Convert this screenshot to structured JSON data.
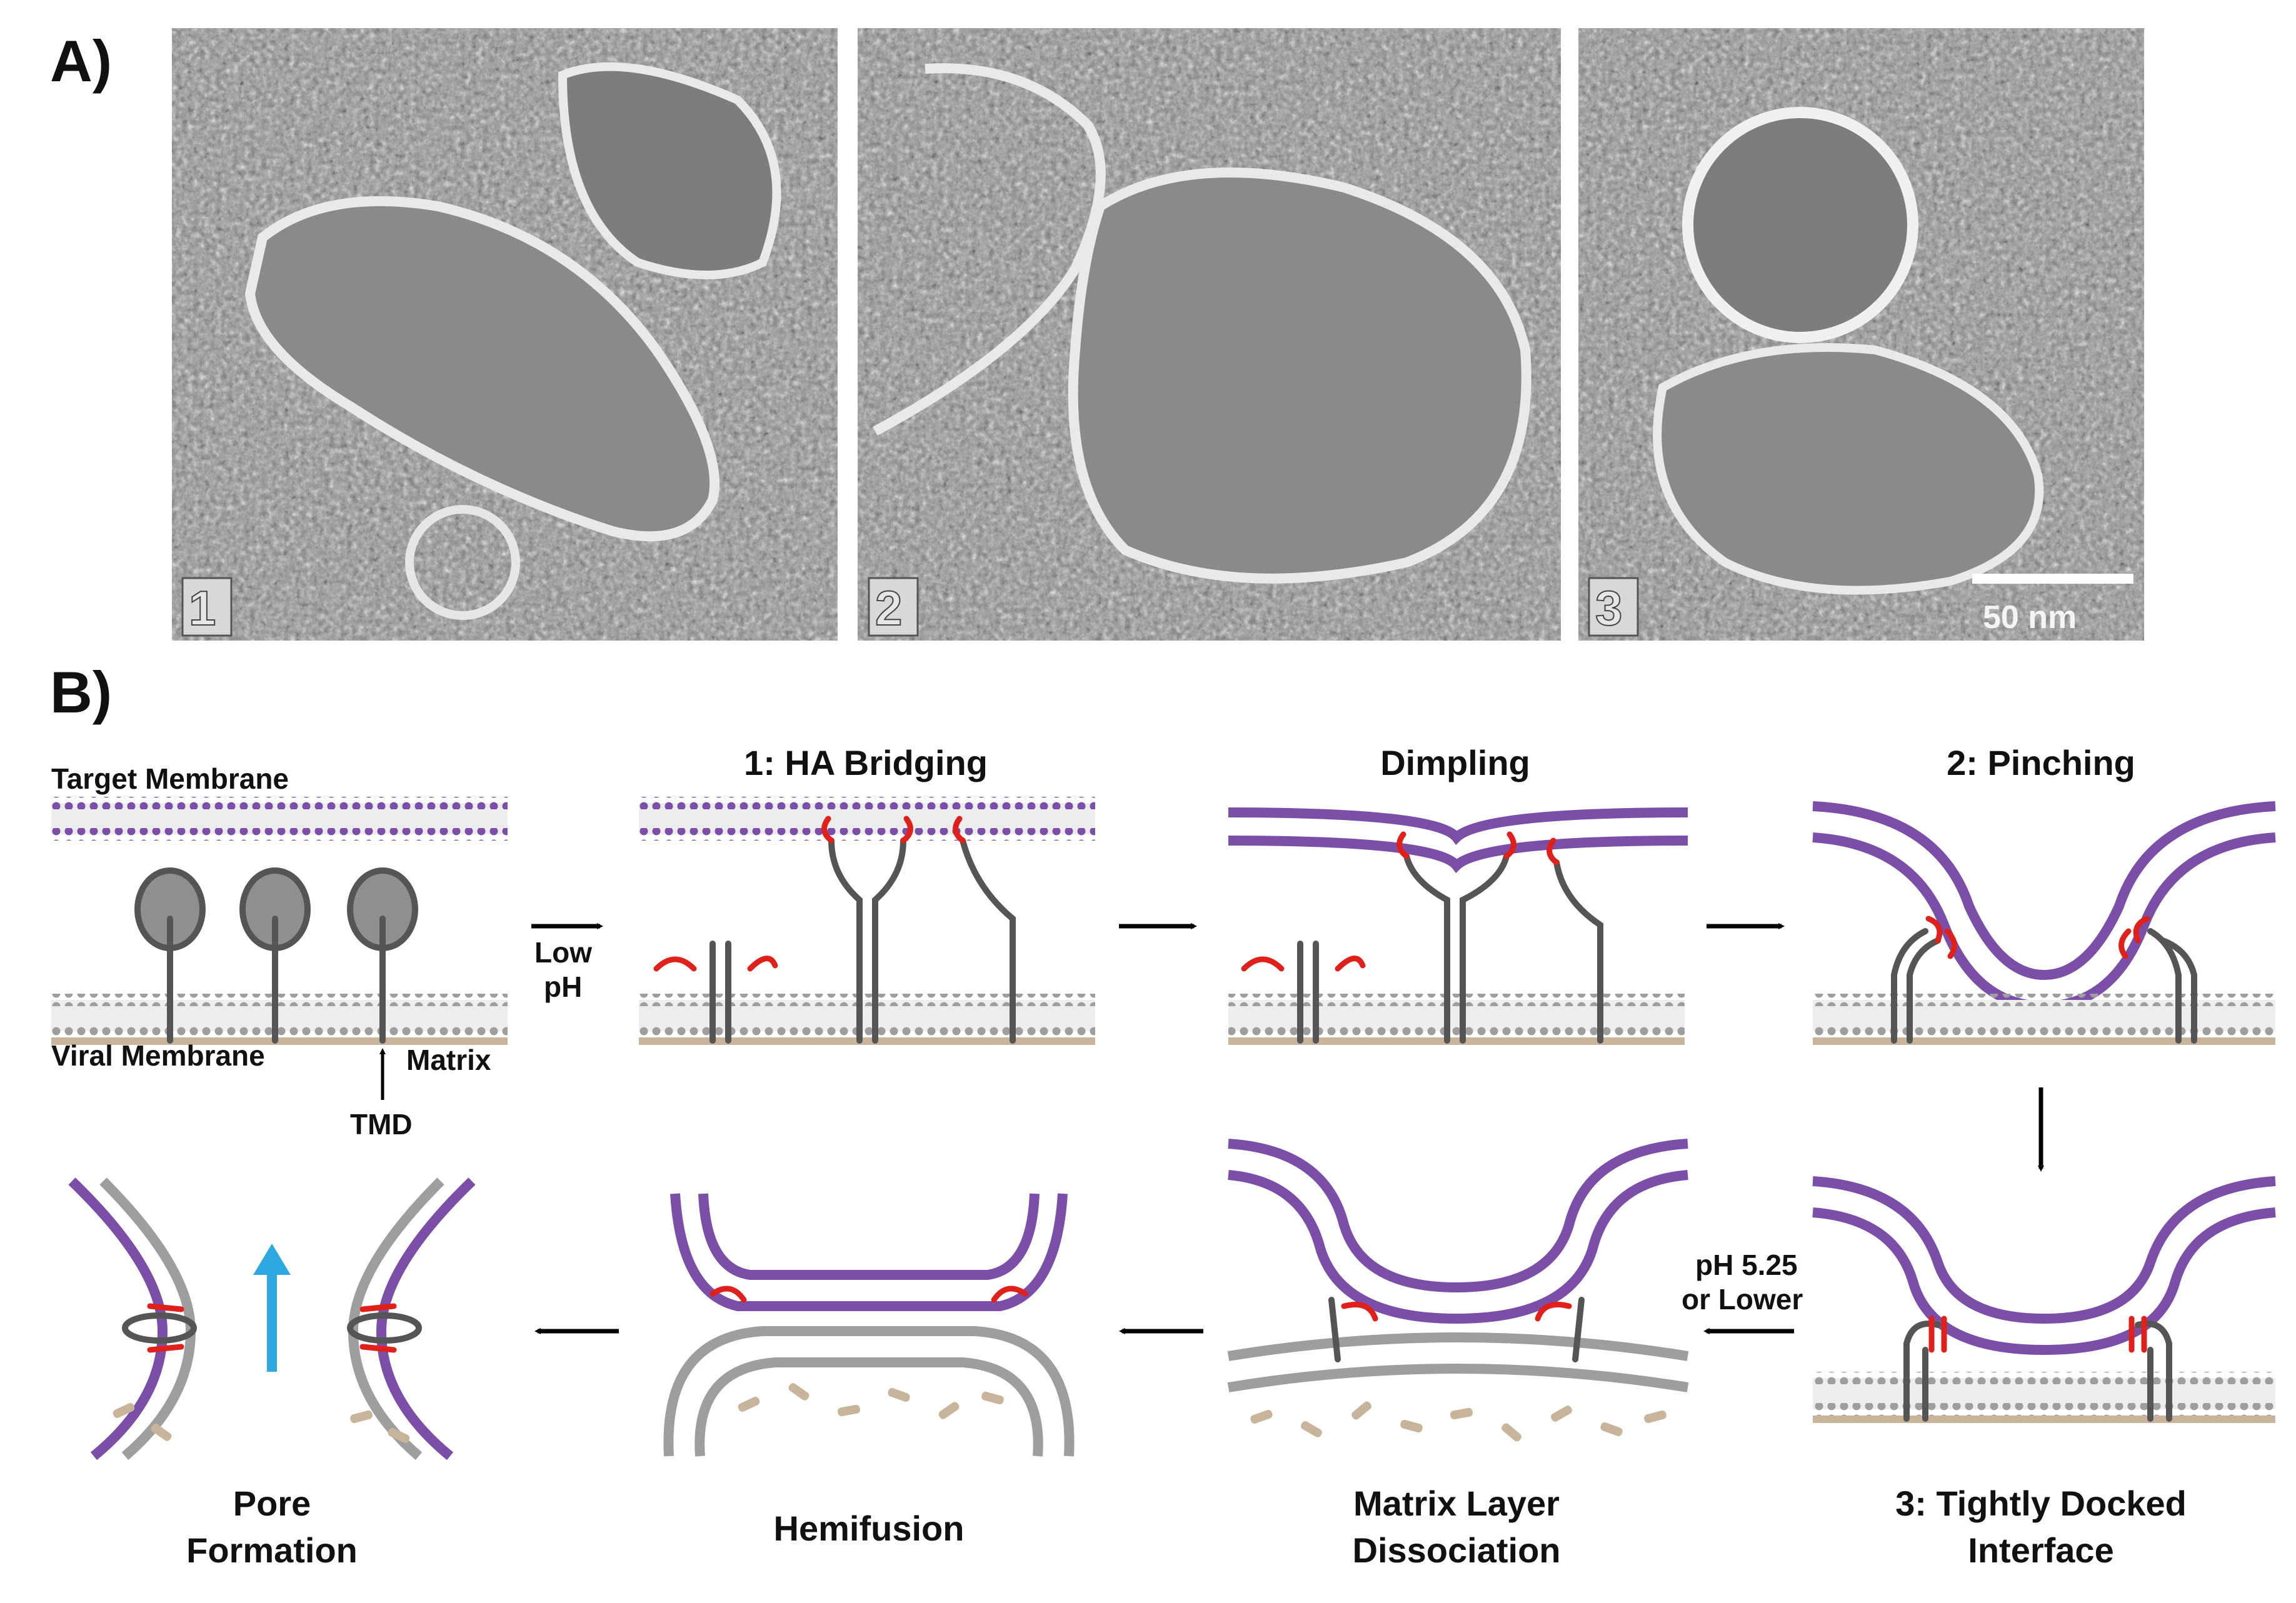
{
  "panel_a": {
    "label": "A)",
    "micrographs": [
      {
        "number": "1"
      },
      {
        "number": "2"
      },
      {
        "number": "3",
        "scale_bar": "50 nm"
      }
    ]
  },
  "panel_b": {
    "label": "B)",
    "legend": {
      "target_membrane": "Target Membrane",
      "viral_membrane": "Viral Membrane",
      "matrix": "Matrix",
      "tmd": "TMD"
    },
    "stages": {
      "ha_bridging": "1: HA Bridging",
      "dimpling": "Dimpling",
      "pinching": "2: Pinching",
      "docked_line1": "3: Tightly Docked",
      "docked_line2": "Interface",
      "matrix_line1": "Matrix Layer",
      "matrix_line2": "Dissociation",
      "hemifusion": "Hemifusion",
      "pore_line1": "Pore",
      "pore_line2": "Formation"
    },
    "conditions": {
      "low_ph_line1": "Low",
      "low_ph_line2": "pH",
      "ph_line1": "pH 5.25",
      "ph_line2": "or Lower"
    },
    "colors": {
      "target_headgroup": "#7b4fa8",
      "viral_headgroup": "#9e9e9e",
      "matrix": "#c8b49a",
      "fusion_peptide": "#e0201b",
      "hemagglutinin": "#8f8f8f",
      "pore_arrow": "#2ea8e0"
    }
  }
}
